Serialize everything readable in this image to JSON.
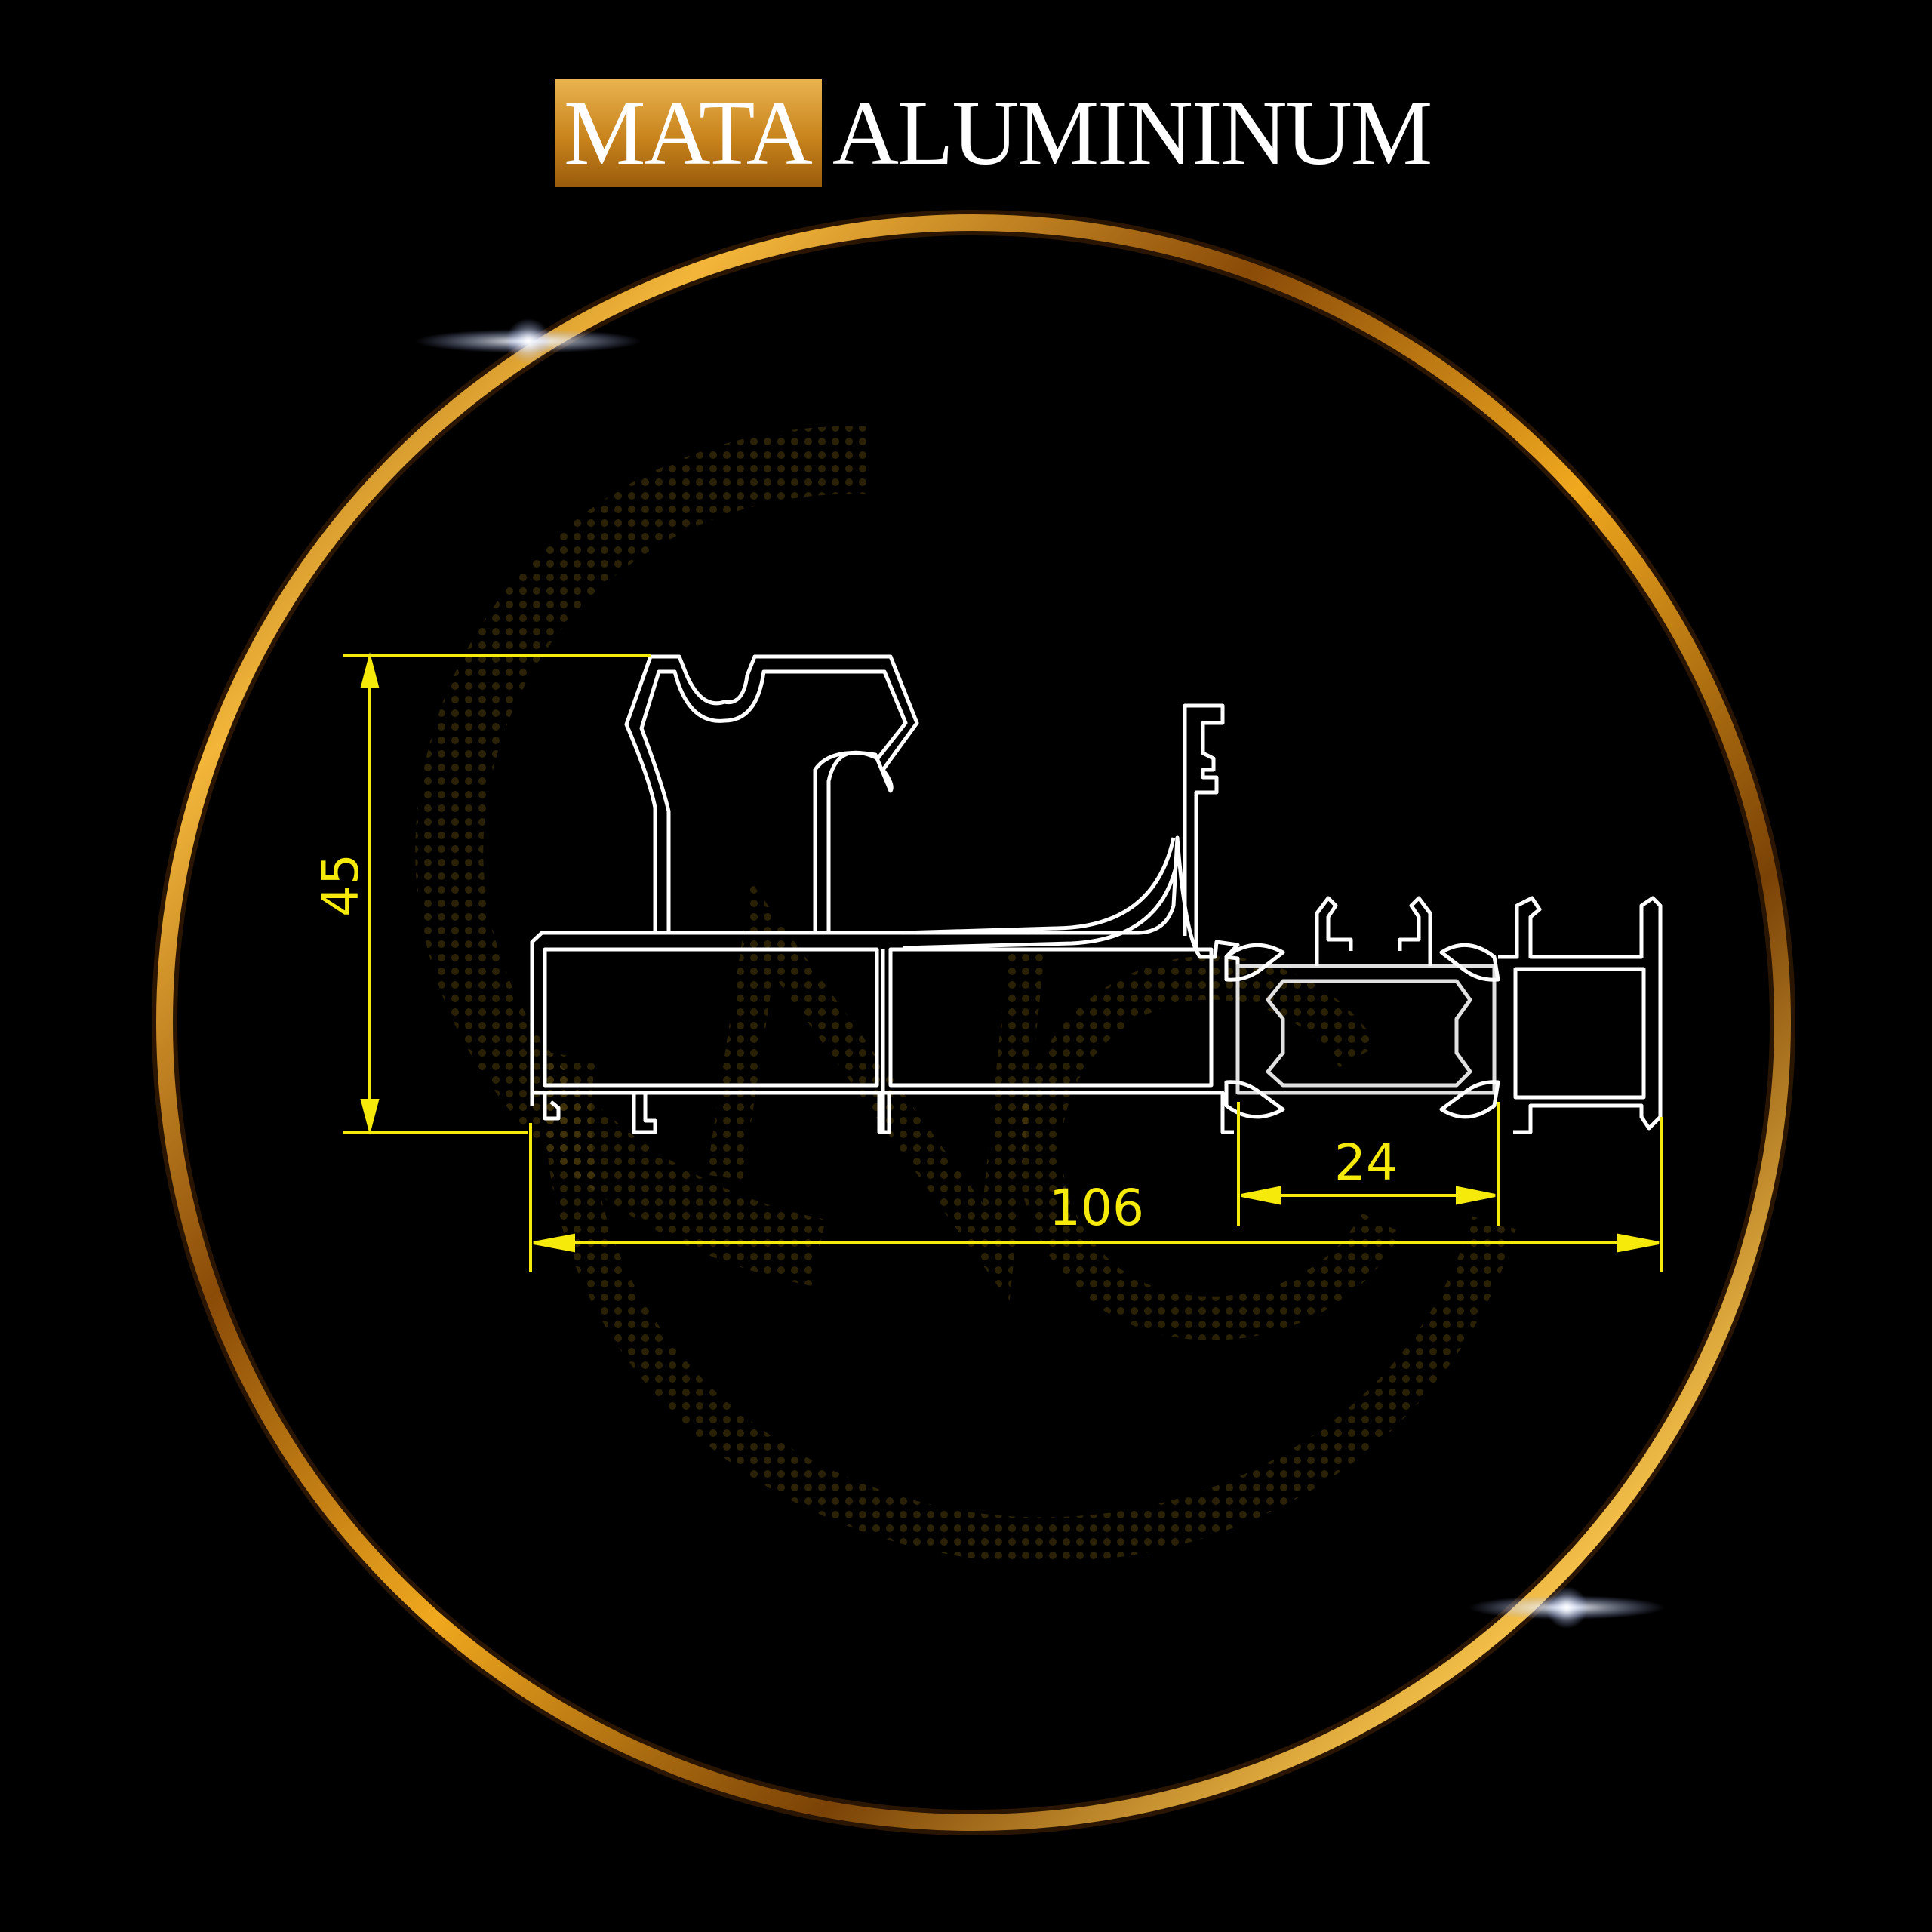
{
  "brand": {
    "highlight_word": "MATA",
    "rest_word": "ALUMININUM",
    "highlight_color": "#d7961f",
    "text_color": "#ffffff"
  },
  "diagram": {
    "subject": "aluminium profile cross-section",
    "ring_color": "#e7a11c",
    "outline_color": "#ffffff",
    "dimension_color": "#f5ea0a",
    "watermark_icon": "nc-monogram-watermark-icon",
    "dimensions": {
      "height": "45",
      "overall_width": "106",
      "insert_width": "24"
    }
  }
}
